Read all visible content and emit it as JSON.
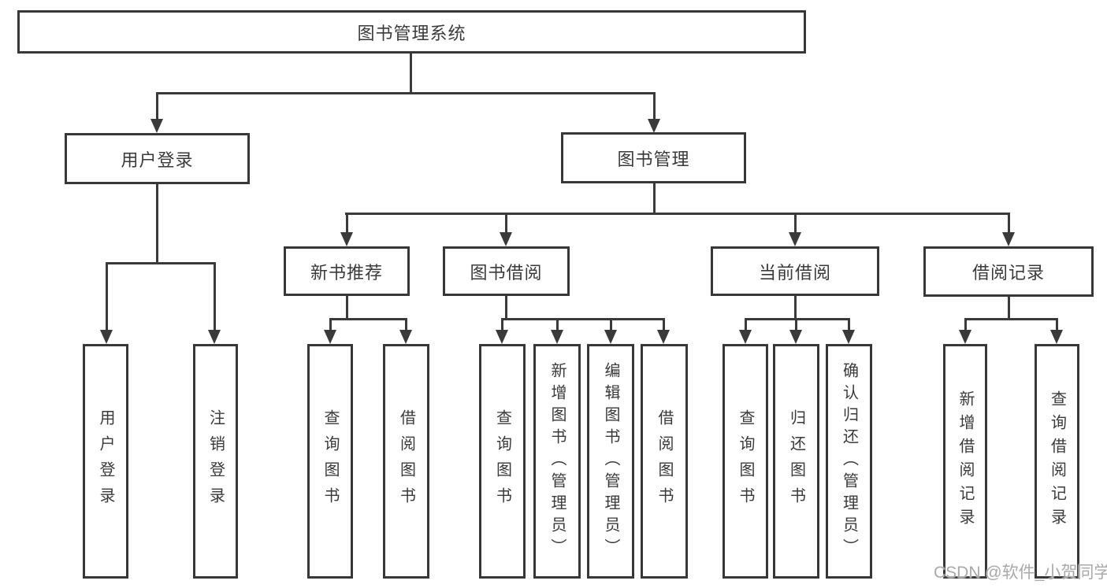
{
  "diagram": {
    "root": {
      "label": "图书管理系统"
    },
    "level2": [
      {
        "label": "用户登录",
        "children": [
          {
            "label": "用户登录"
          },
          {
            "label": "注销登录"
          }
        ]
      },
      {
        "label": "图书管理",
        "children": [
          {
            "label": "新书推荐",
            "children": [
              {
                "label": "查询图书"
              },
              {
                "label": "借阅图书"
              }
            ]
          },
          {
            "label": "图书借阅",
            "children": [
              {
                "label": "查询图书"
              },
              {
                "label": "新增图书（管理员）"
              },
              {
                "label": "编辑图书（管理员）"
              },
              {
                "label": "借阅图书"
              }
            ]
          },
          {
            "label": "当前借阅",
            "children": [
              {
                "label": "查询图书"
              },
              {
                "label": "归还图书"
              },
              {
                "label": "确认归还（管理员）"
              }
            ]
          },
          {
            "label": "借阅记录",
            "children": [
              {
                "label": "新增借阅记录"
              },
              {
                "label": "查询借阅记录"
              }
            ]
          }
        ]
      }
    ],
    "watermark": "CSDN @软件_小贺同学",
    "colors": {
      "line": "#3a3a3a",
      "text": "#3a3a3a",
      "watermark": "#a9a9a9",
      "background": "#ffffff"
    }
  }
}
